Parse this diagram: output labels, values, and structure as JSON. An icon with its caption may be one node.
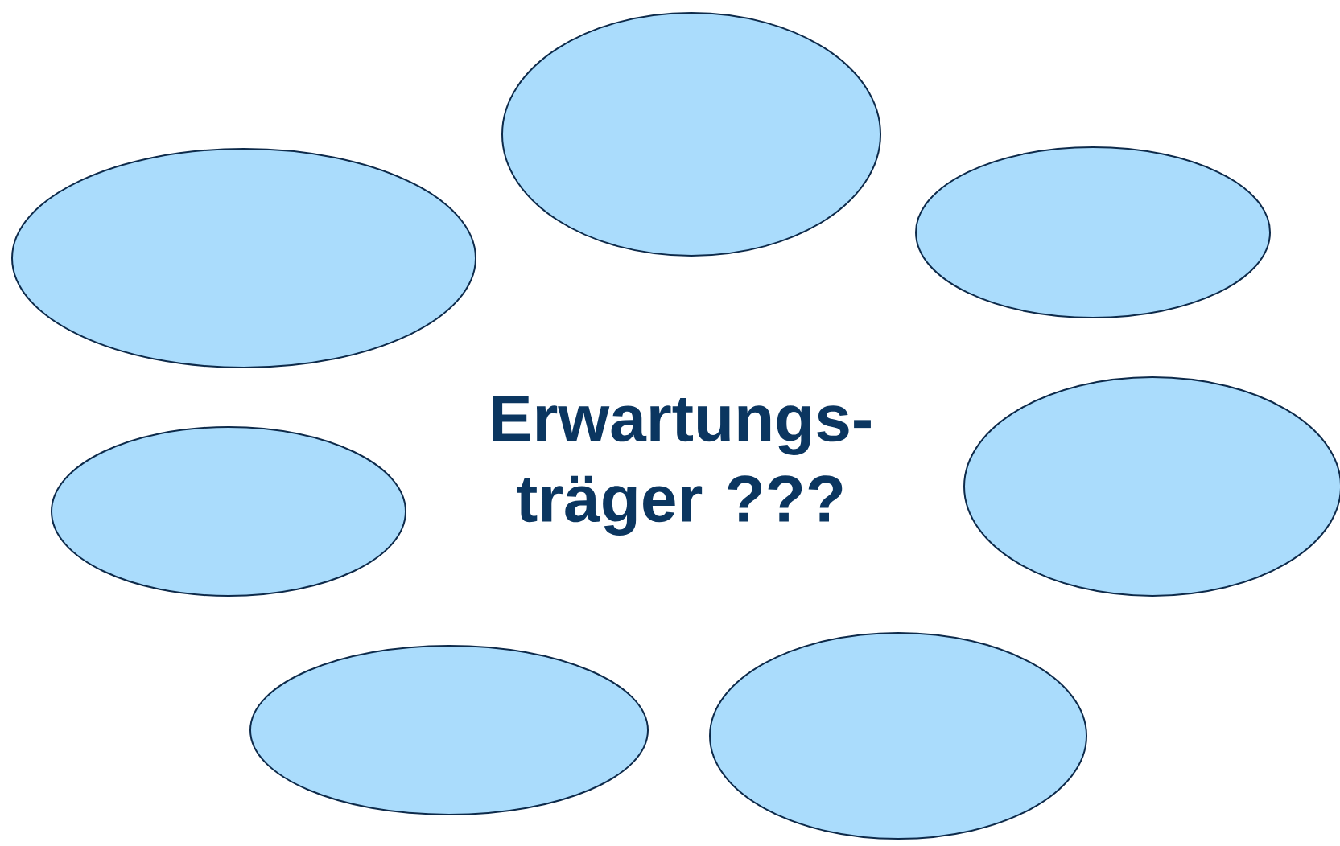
{
  "diagram": {
    "nodes": [
      {
        "text": [],
        "shape": "ellipse"
      },
      {
        "text": [],
        "shape": "ellipse"
      },
      {
        "text": [],
        "shape": "ellipse"
      },
      {
        "text": [],
        "shape": "ellipse"
      },
      {
        "text": [],
        "shape": "ellipse"
      },
      {
        "text": [],
        "shape": "ellipse"
      },
      {
        "text": [],
        "shape": "ellipse"
      }
    ],
    "labels": [
      "Erwartungs- träger ???"
    ]
  }
}
